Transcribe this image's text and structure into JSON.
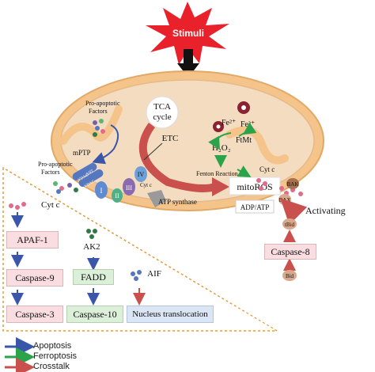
{
  "stimuli": "Stimuli",
  "mito": {
    "tca_line1": "TCA",
    "tca_line2": "cycle",
    "etc": "ETC",
    "mptp": "mPTP",
    "pro_apoptotic_inner_1": "Pro-apoptotic",
    "pro_apoptotic_inner_2": "Factors",
    "pro_apoptotic_outer_1": "Pro-apoptotic",
    "pro_apoptotic_outer_2": "Factors",
    "vdac1": "VDAC",
    "vdac2": "VDAC",
    "ant": "ANT",
    "complex_i": "I",
    "complex_ii": "II",
    "complex_iii": "III",
    "complex_iv": "IV",
    "cyt_c_label": "Cyt c",
    "atp_synthase": "ATP synthase",
    "mitoros": "mitoROS",
    "adp_atp": "ADP/ATP",
    "fe2": "Fe²⁺",
    "fe3": "Fe³⁺",
    "h2o2": "H₂O₂",
    "ftmt": "FtMt",
    "fenton": "Fenton Reaction"
  },
  "apoptosis": {
    "cyt_c": "Cyt c",
    "apaf1": "APAF-1",
    "caspase9": "Caspase-9",
    "caspase3": "Caspase-3",
    "ak2": "AK2",
    "fadd": "FADD",
    "caspase10": "Caspase-10",
    "aif": "AIF",
    "nucleus": "Nucleus translocation"
  },
  "right": {
    "cyt_c": "Cyt c",
    "bak": "BAK",
    "bax": "BAX",
    "activating": "Activating",
    "tbid": "tBid",
    "caspase8": "Caspase-8",
    "bid": "Bid"
  },
  "legend": [
    {
      "label": "Apoptosis",
      "color": "#3a56a8"
    },
    {
      "label": "Ferroptosis",
      "color": "#2aa34a"
    },
    {
      "label": "Crosstalk",
      "color": "#d9534f"
    }
  ],
  "colors": {
    "mito_outer": "#f4c48a",
    "mito_inner": "#f7d6a8",
    "matrix": "#f3dcc0",
    "stimuli": "#e8212b",
    "crosstalk": "#c9504c",
    "apoptosis": "#3a56a8",
    "ferroptosis": "#2aa34a"
  }
}
